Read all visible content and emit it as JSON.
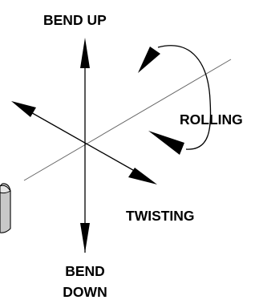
{
  "diagram": {
    "labels": {
      "bend_up": "BEND UP",
      "rolling": "ROLLING",
      "twisting": "TWISTING",
      "bend_down_line1": "BEND",
      "bend_down_line2": "DOWN"
    },
    "colors": {
      "ink": "#000000",
      "reference_line": "#666666",
      "object_fill": "#c8c8c8",
      "object_top": "#e6e6e6"
    }
  }
}
